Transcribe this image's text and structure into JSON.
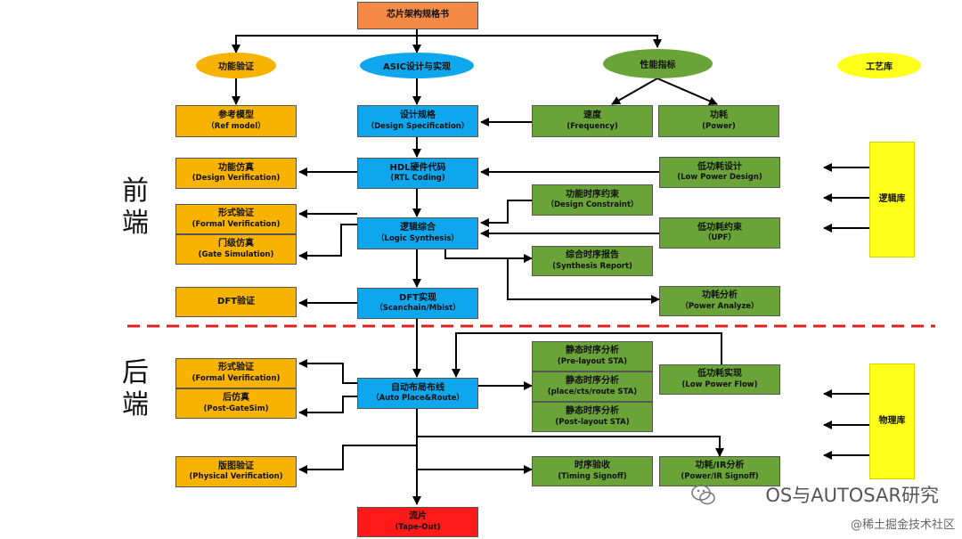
{
  "title": "芯片架构规格书",
  "categories": {
    "func_verify": "功能验证",
    "asic": "ASIC设计与实现",
    "perf": "性能指标",
    "process_lib": "工艺库"
  },
  "front": {
    "line1": "前",
    "line2": "端"
  },
  "back": {
    "line1": "后",
    "line2": "端"
  },
  "boxes": {
    "ref_model": {
      "cn": "参考模型",
      "en": "（Ref model）"
    },
    "design_verif": {
      "cn": "功能仿真",
      "en": "(Design Verification)"
    },
    "formal1": {
      "cn": "形式验证",
      "en": "(Formal Verification)"
    },
    "gate_sim": {
      "cn": "门级仿真",
      "en": "(Gate Simulation)"
    },
    "dft_verif": {
      "cn": "DFT验证",
      "en": ""
    },
    "formal2": {
      "cn": "形式验证",
      "en": "(Formal Verification)"
    },
    "post_sim": {
      "cn": "后仿真",
      "en": "(Post-GateSim)"
    },
    "phys_verif": {
      "cn": "版图验证",
      "en": "(Physical Verification)"
    },
    "design_spec": {
      "cn": "设计规格",
      "en": "（Design Specification）"
    },
    "rtl": {
      "cn": "HDL硬件代码",
      "en": "(RTL Coding)"
    },
    "synth": {
      "cn": "逻辑综合",
      "en": "（Logic Synthesis）"
    },
    "dft_impl": {
      "cn": "DFT实现",
      "en": "（Scanchain/Mbist）"
    },
    "apr": {
      "cn": "自动布局布线",
      "en": "（Auto Place&Route）"
    },
    "tapeout": {
      "cn": "流片",
      "en": "(Tape-Out)"
    },
    "speed": {
      "cn": "速度",
      "en": "(Frequency)"
    },
    "power": {
      "cn": "功耗",
      "en": "(Power)"
    },
    "low_power_design": {
      "cn": "低功耗设计",
      "en": "(Low Power Design)"
    },
    "design_constraint": {
      "cn": "功能时序约束",
      "en": "（Design Constraint）"
    },
    "upf": {
      "cn": "低功耗约束",
      "en": "（UPF）"
    },
    "synth_report": {
      "cn": "综合时序报告",
      "en": "(Synthesis Report)"
    },
    "power_analyze": {
      "cn": "功耗分析",
      "en": "（Power Analyze）"
    },
    "sta_pre": {
      "cn": "静态时序分析",
      "en": "(Pre-layout STA)"
    },
    "sta_cts": {
      "cn": "静态时序分析",
      "en": "(place/cts/route STA)"
    },
    "sta_post": {
      "cn": "静态时序分析",
      "en": "(Post-layout STA)"
    },
    "low_power_flow": {
      "cn": "低功耗实现",
      "en": "(Low Power Flow)"
    },
    "timing_signoff": {
      "cn": "时序验收",
      "en": "(Timing Signoff)"
    },
    "power_ir": {
      "cn": "功耗/IR分析",
      "en": "(Power/IR Signoff)"
    },
    "logic_lib": {
      "cn": "逻辑库",
      "en": ""
    },
    "phys_lib": {
      "cn": "物理库",
      "en": ""
    }
  },
  "watermark": {
    "account": "OS与AUTOSAR研究",
    "site": "@稀土掘金技术社区"
  },
  "colors": {
    "orange": "#f7b300",
    "blue": "#0ea7ee",
    "green": "#6aa337",
    "red": "#ff1a1a",
    "yellow": "#ffff1a",
    "title": "#f58a47",
    "divider": "#e02020"
  },
  "icons": [
    "wechat-icon"
  ]
}
